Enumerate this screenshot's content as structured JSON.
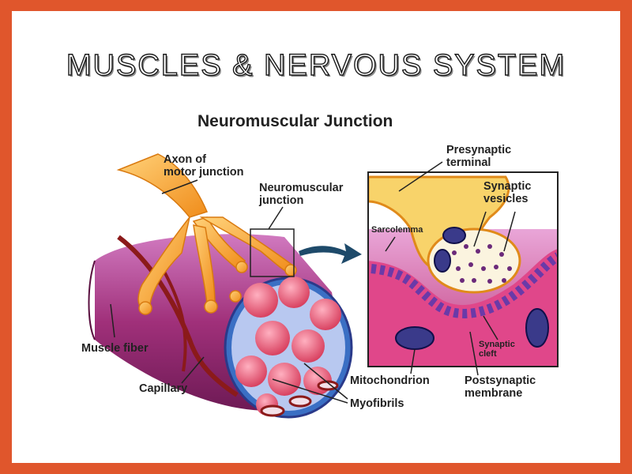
{
  "slide": {
    "title": "MUSCLES & NERVOUS SYSTEM"
  },
  "diagram": {
    "title": "Neuromuscular Junction",
    "labels": {
      "axon": "Axon of motor junction",
      "axon_line1": "Axon of",
      "axon_line2": "motor junction",
      "nmj_line1": "Neuromuscular",
      "nmj_line2": "junction",
      "presynaptic_line1": "Presynaptic",
      "presynaptic_line2": "terminal",
      "vesicles_line1": "Synaptic",
      "vesicles_line2": "vesicles",
      "sarcolemma": "Sarcolemma",
      "muscle_fiber": "Muscle fiber",
      "capillary": "Capillary",
      "myofibrils": "Myofibrils",
      "mitochondrion": "Mitochondrion",
      "cleft_line1": "Synaptic",
      "cleft_line2": "cleft",
      "postsynaptic_line1": "Postsynaptic",
      "postsynaptic_line2": "membrane"
    },
    "colors": {
      "border": "#e0562c",
      "nerve": "#f5a623",
      "muscle": "#a0307a",
      "myofibril": "#e85a78",
      "capillary": "#8b1a1a",
      "membrane": "#6a3aa8"
    }
  }
}
